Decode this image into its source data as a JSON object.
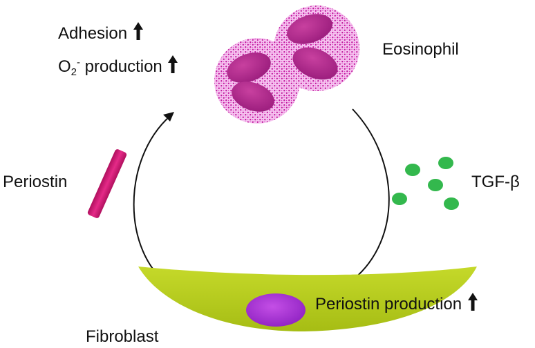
{
  "labels": {
    "adhesion": "Adhesion",
    "o2_prefix": "O",
    "o2_subscript": "2",
    "o2_superscript": "-",
    "o2_suffix": " production",
    "eosinophil": "Eosinophil",
    "periostin": "Periostin",
    "tgf_beta": "TGF-β",
    "periostin_production": "Periostin production",
    "fibroblast": "Fibroblast"
  },
  "icons": {
    "increase": "up-arrow-icon"
  },
  "colors": {
    "eosinophil_granules": "#e64ad8",
    "eosinophil_nucleus": "#b0238f",
    "periostin_rod": "#d61c7b",
    "tgf_beta_dots": "#33b84d",
    "fibroblast_body": "#b5cc1a",
    "fibroblast_nucleus": "#9b30d0",
    "cycle_arrows": "#111111"
  }
}
